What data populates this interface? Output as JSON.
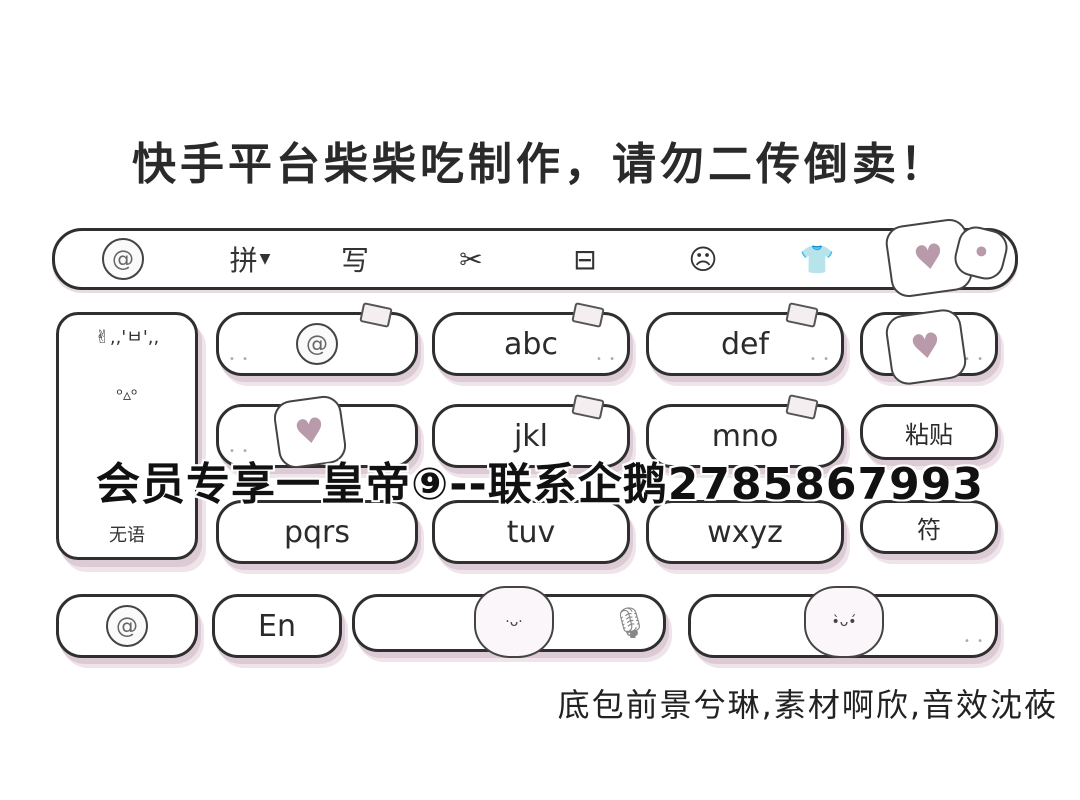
{
  "top_title": "快手平台柴柴吃制作，请勿二传倒卖！",
  "toolbar": {
    "logo_icon": "swirl-icon",
    "input_mode": "拼",
    "handwrite": "写",
    "items": [
      "scissors-icon",
      "cursor-box-icon",
      "emoji-icon",
      "shirt-icon"
    ]
  },
  "side_panel": {
    "row1": "✌,,'ㅂ',,",
    "row2": "ᵒ▵ᵒ",
    "row3": "无语"
  },
  "keys": {
    "row1": [
      "",
      "abc",
      "def"
    ],
    "row2": [
      "",
      "jkl",
      "mno"
    ],
    "row3": [
      "pqrs",
      "tuv",
      "wxyz"
    ]
  },
  "right_column": {
    "paste": "粘贴",
    "symbol": "符"
  },
  "bottom_row": {
    "lang": "En"
  },
  "watermark": "会员专享一皇帝⑨--联系企鹅2785867993",
  "bottom_credit": "底包前景兮琳,素材啊欣,音效沈莜",
  "colors": {
    "outline": "#2f2f2f",
    "shadow_pink": "#dccbd5",
    "paw_pink": "#b99aab"
  }
}
